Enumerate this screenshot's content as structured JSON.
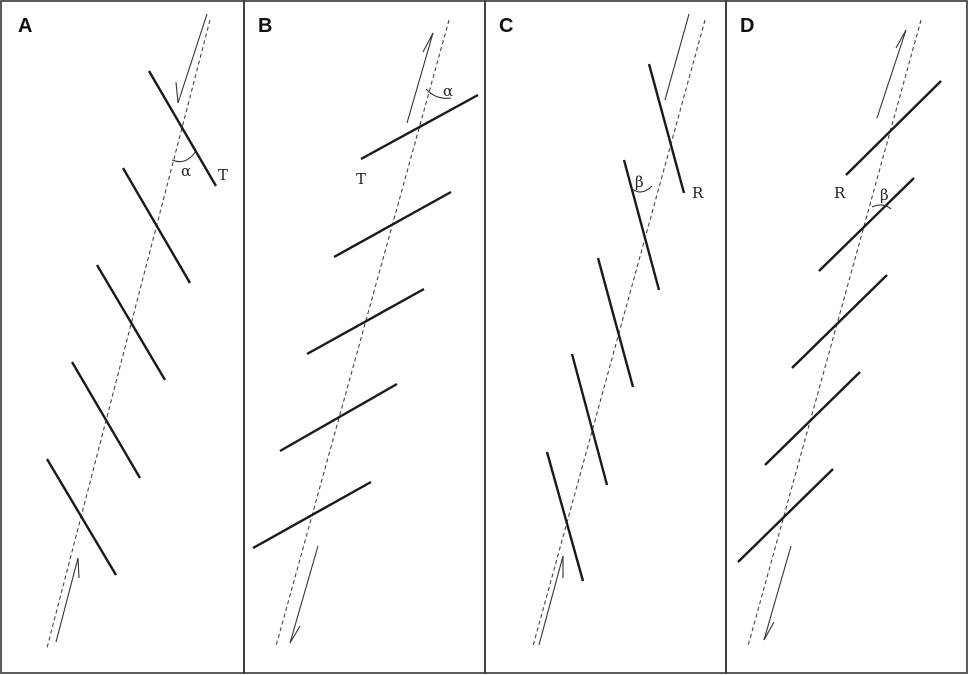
{
  "panels": [
    {
      "label": "A",
      "fracture_label": "T",
      "angle_label": "α"
    },
    {
      "label": "B",
      "fracture_label": "T",
      "angle_label": "α"
    },
    {
      "label": "C",
      "fracture_label": "R",
      "angle_label": "β"
    },
    {
      "label": "D",
      "fracture_label": "R",
      "angle_label": "β"
    }
  ],
  "colors": {
    "line": "#1a1a1a",
    "background": "#ffffff"
  }
}
